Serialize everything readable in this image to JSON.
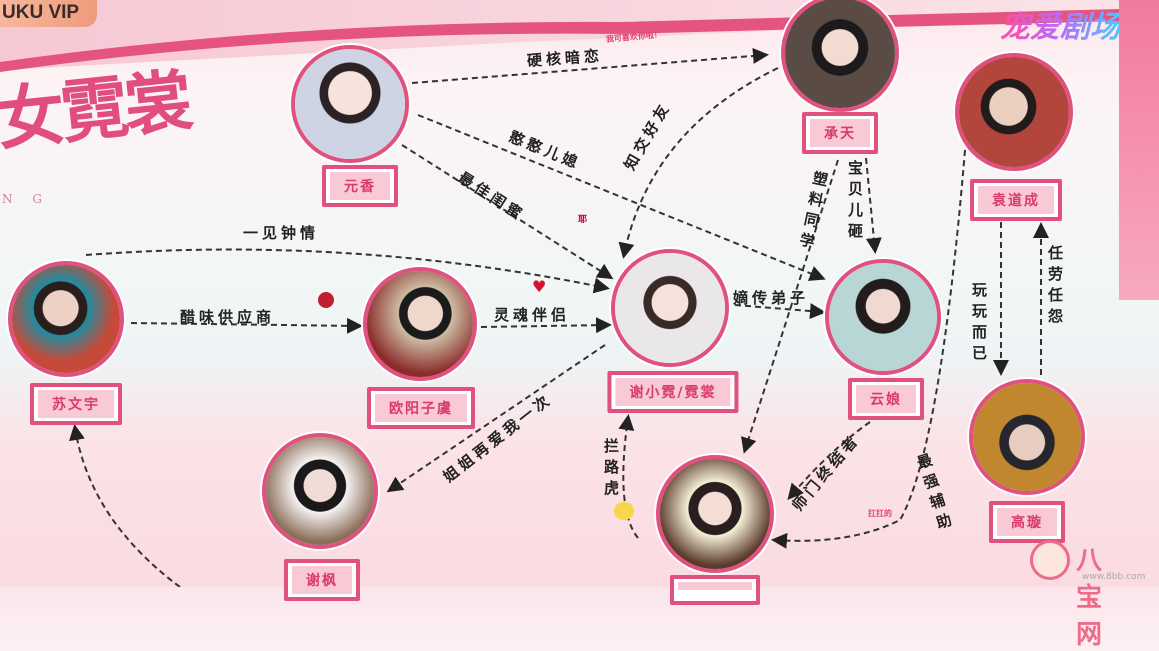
{
  "header": {
    "vip_badge": "UKU VIP",
    "title": "女霓裳",
    "subtitle": "N G",
    "brand_logo": "宠爱剧场"
  },
  "colors": {
    "accent": "#e0517f",
    "label_bg": "#f9c9d6",
    "label_text": "#d93b6b"
  },
  "characters": [
    {
      "id": "yuanxiang",
      "name": "元香"
    },
    {
      "id": "chengtian",
      "name": "承天"
    },
    {
      "id": "yuandaocheng",
      "name": "袁道成"
    },
    {
      "id": "suwenyu",
      "name": "苏文宇"
    },
    {
      "id": "ouyangziyu",
      "name": "欧阳子虞"
    },
    {
      "id": "xiexiaoni",
      "name": "谢小霓/霓裳"
    },
    {
      "id": "yunniang",
      "name": "云娘"
    },
    {
      "id": "gaoxuan",
      "name": "高璇"
    },
    {
      "id": "xiefeng",
      "name": "谢枫"
    },
    {
      "id": "bottom",
      "name": ""
    }
  ],
  "relations": [
    {
      "from": "yuanxiang",
      "to": "chengtian",
      "label": "硬核暗恋"
    },
    {
      "from": "yuanxiang",
      "to": "yunniang",
      "label": "憨憨儿媳"
    },
    {
      "from": "yuanxiang",
      "to": "xiexiaoni",
      "label": "最佳闺蜜"
    },
    {
      "from": "chengtian",
      "to": "xiexiaoni",
      "label": "知交好友"
    },
    {
      "from": "chengtian",
      "to": "bottom",
      "label": "塑料同学"
    },
    {
      "from": "chengtian",
      "to": "yunniang",
      "label": "宝贝儿砸"
    },
    {
      "from": "suwenyu",
      "to": "xiexiaoni",
      "label": "一见钟情"
    },
    {
      "from": "suwenyu",
      "to": "ouyangziyu",
      "label": "醋味供应商"
    },
    {
      "from": "ouyangziyu",
      "to": "xiexiaoni",
      "label": "灵魂伴侣"
    },
    {
      "from": "xiexiaoni",
      "to": "yunniang",
      "label": "嫡传弟子"
    },
    {
      "from": "xiexiaoni",
      "to": "xiefeng",
      "label": "姐姐再爱我一次"
    },
    {
      "from": "bottom",
      "to": "xiexiaoni",
      "label": "拦路虎"
    },
    {
      "from": "yunniang",
      "to": "bottom",
      "label": "师门终结者"
    },
    {
      "from": "yuandaocheng",
      "to": "bottom",
      "label": "最强辅助"
    },
    {
      "from": "yuandaocheng",
      "to": "gaoxuan",
      "label": "玩玩而已"
    },
    {
      "from": "gaoxuan",
      "to": "yuandaocheng",
      "label": "任劳任怨"
    },
    {
      "from": "bottom",
      "to": "suwenyu",
      "label": ""
    }
  ],
  "stickers": {
    "note": "我可喜欢你啦！",
    "cat": "耶",
    "ghost": "扛扛的"
  },
  "watermark": {
    "name": "八宝网",
    "url": "www.8bb.com"
  }
}
